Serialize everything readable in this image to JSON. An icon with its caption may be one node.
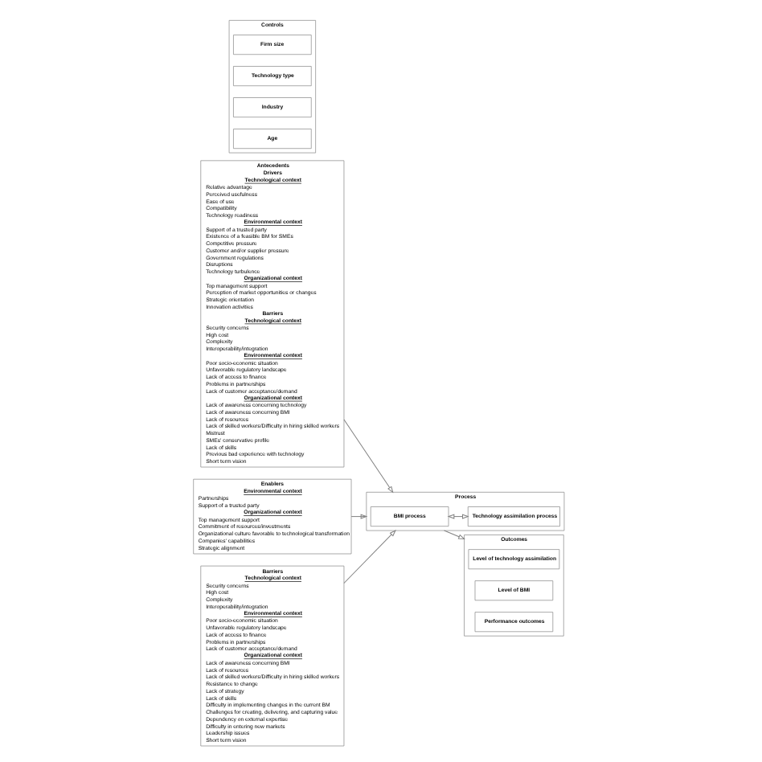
{
  "diagram": {
    "nodes": [
      {
        "text": [
          "Antecedents",
          "Drivers",
          "Technological context",
          "Relative advantage",
          "Perceived usefulness",
          "Ease of use",
          "Compatibility",
          "Technology readiness",
          "Environmental context",
          "Support of a trusted party",
          "Existence of a feasible BM for SMEs",
          "Competitive pressure",
          "Customer and/or supplier pressure",
          "Government regulations",
          "Disruptions",
          "Technology turbulence",
          "Organizational context",
          "Top management support",
          "Perception of market opportunities or changes",
          "Strategic orientation",
          "Innovation activities",
          "Barriers",
          "Technological context",
          "Security concerns",
          "High cost",
          "Complexity",
          "Interoperability/integration",
          "Environmental context",
          "Poor socio-economic situation",
          "Unfavorable regulatory landscape",
          "Lack of access to finance",
          "Problems in partnerships",
          "Lack of customer acceptance/demand",
          "Organizational context",
          "Lack of awareness concerning technology",
          "Lack of awareness concerning BMI",
          "Lack of resources",
          "Lack of skilled workers/Difficulty in hiring skilled workers",
          "Mistrust",
          "SMEs' conservative profile",
          "Lack of skills",
          "Previous bad experience with technology",
          "Short term vision"
        ]
      },
      {
        "text": [
          "Enablers",
          "Environmental context",
          "Partnerships",
          "Support of a trusted party",
          "Organizational context",
          "Top management support",
          "Commitment of resources/investments",
          "Organizational culture favorable to technological transformation",
          "Companies' capabilities",
          "Strategic alignment"
        ]
      },
      {
        "text": [
          "Process"
        ]
      },
      {
        "text": [
          "BMI process"
        ],
        "in": 2
      },
      {
        "text": [
          "Technology assimilation process"
        ],
        "in": 2
      },
      {
        "text": [
          "Barriers",
          "Technological context",
          "Security concerns",
          "High cost",
          "Complexity",
          "Interoperability/integration",
          "Environmental context",
          "Poor socio-economic situation",
          "Unfavorable regulatory landscape",
          "Lack of access to finance",
          "Problems in partnerships",
          "Lack of customer acceptance/demand",
          "Organizational context",
          "Lack of awareness concerning BMI",
          "Lack of resources",
          "Lack of skilled workers/Difficulty in hiring skilled workers",
          "Resistance to change",
          "Lack of strategy",
          "Lack of skills",
          "Difficulty in implementing changes in the current BM",
          "Challenges for creating, delivering, and capturing value",
          "Dependency on external expertise",
          "Difficulty in entering new markets",
          "Leadership issues",
          "Short term vision"
        ]
      },
      {
        "text": [
          "Outcomes"
        ]
      },
      {
        "text": [
          "Level of technology assimilation"
        ],
        "in": 6
      },
      {
        "text": [
          "Level of BMI"
        ],
        "in": 6
      },
      {
        "text": [
          "Performance outcomes"
        ],
        "in": 6
      },
      {
        "text": [
          "Controls"
        ]
      },
      {
        "text": [
          "Firm size"
        ],
        "in": 10
      },
      {
        "text": [
          "Technology type"
        ],
        "in": 10
      },
      {
        "text": [
          "Industry"
        ],
        "in": 10
      },
      {
        "text": [
          "Age"
        ],
        "in": 10
      }
    ],
    "edges": [
      {
        "from": 0,
        "to": 2,
        "arrow": "to"
      },
      {
        "from": 1,
        "to": 2,
        "arrow": "to"
      },
      {
        "from": 5,
        "to": 2,
        "arrow": "to"
      },
      {
        "from": 3,
        "to": 4,
        "arrow": "both"
      },
      {
        "from": 2,
        "to": 6,
        "arrow": "to"
      }
    ]
  }
}
